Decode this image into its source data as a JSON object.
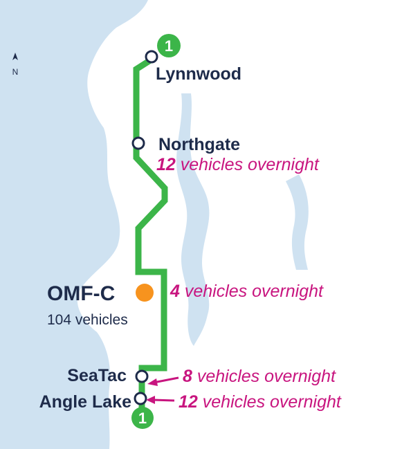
{
  "map": {
    "north_label": "N",
    "colors": {
      "water": "#cfe2f1",
      "land": "#ffffff",
      "line": "#3cb549",
      "station_ring": "#1e2b4a",
      "station_label": "#1e2b4a",
      "facility": "#f7931e",
      "overnight_text": "#c8157f"
    }
  },
  "line": {
    "badge_top": "1",
    "badge_bottom": "1"
  },
  "stations": {
    "lynnwood": "Lynnwood",
    "northgate": "Northgate",
    "seatac": "SeaTac",
    "angle_lake": "Angle Lake"
  },
  "facility": {
    "name": "OMF-C",
    "vehicles": "104 vehicles"
  },
  "overnight": {
    "northgate": {
      "count": "12",
      "label": " vehicles overnight"
    },
    "omf": {
      "count": "4",
      "label": " vehicles overnight"
    },
    "seatac": {
      "count": "8",
      "label": " vehicles overnight"
    },
    "angle_lake": {
      "count": "12",
      "label": " vehicles overnight"
    }
  }
}
